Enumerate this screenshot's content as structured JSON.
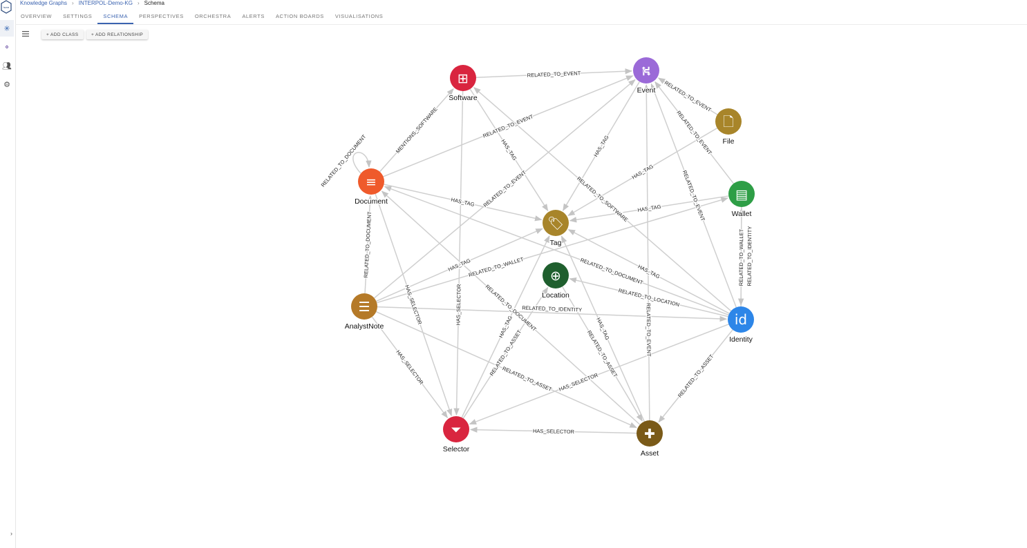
{
  "breadcrumb": {
    "items": [
      "Knowledge Graphs",
      "INTERPOL-Demo-KG",
      "Schema"
    ]
  },
  "logo_text": "hume",
  "tabs": [
    {
      "label": "OVERVIEW"
    },
    {
      "label": "SETTINGS"
    },
    {
      "label": "SCHEMA",
      "active": true
    },
    {
      "label": "PERSPECTIVES"
    },
    {
      "label": "ORCHESTRA"
    },
    {
      "label": "ALERTS"
    },
    {
      "label": "ACTION BOARDS"
    },
    {
      "label": "VISUALISATIONS"
    }
  ],
  "toolbar": {
    "add_class": "+ ADD CLASS",
    "add_relationship": "+ ADD RELATIONSHIP"
  },
  "sidebar": {
    "items": [
      {
        "icon": "knowledge-graph-icon",
        "active": true
      },
      {
        "icon": "schema-icon"
      },
      {
        "icon": "users-icon"
      },
      {
        "icon": "gear-icon"
      }
    ]
  },
  "graph": {
    "nodes": [
      {
        "id": "Software",
        "color": "#d9253f",
        "icon": "grid-icon"
      },
      {
        "id": "Event",
        "color": "#9b6ad8",
        "icon": "event-road-icon"
      },
      {
        "id": "File",
        "color": "#a8852a",
        "icon": "file-icon"
      },
      {
        "id": "Document",
        "color": "#ef5a2b",
        "icon": "document-icon"
      },
      {
        "id": "Wallet",
        "color": "#2e9e46",
        "icon": "wallet-icon"
      },
      {
        "id": "Tag",
        "color": "#a8852a",
        "icon": "tag-icon"
      },
      {
        "id": "Location",
        "color": "#1f5f2e",
        "icon": "location-pin-icon"
      },
      {
        "id": "AnalystNote",
        "color": "#b57a28",
        "icon": "notes-icon"
      },
      {
        "id": "Identity",
        "color": "#2d86e8",
        "icon": "id-icon"
      },
      {
        "id": "Selector",
        "color": "#d9253f",
        "icon": "filter-add-icon"
      },
      {
        "id": "Asset",
        "color": "#7a5a18",
        "icon": "gamepad-icon"
      }
    ],
    "edges": [
      {
        "from": "Software",
        "to": "Event",
        "label": "RELATED_TO_EVENT"
      },
      {
        "from": "Document",
        "to": "Software",
        "label": "MENTIONS_SOFTWARE"
      },
      {
        "from": "Document",
        "to": "Document",
        "label": "RELATED_TO_DOCUMENT"
      },
      {
        "from": "Document",
        "to": "Event",
        "label": "RELATED_TO_EVENT"
      },
      {
        "from": "Document",
        "to": "Tag",
        "label": "HAS_TAG"
      },
      {
        "from": "Document",
        "to": "Selector",
        "label": "HAS_SELECTOR"
      },
      {
        "from": "Software",
        "to": "Tag",
        "label": "HAS_TAG"
      },
      {
        "from": "Software",
        "to": "Selector",
        "label": "HAS_SELECTOR"
      },
      {
        "from": "Identity",
        "to": "Software",
        "label": "RELATED_TO_SOFTWARE"
      },
      {
        "from": "Event",
        "to": "Tag",
        "label": "HAS_TAG"
      },
      {
        "from": "File",
        "to": "Event",
        "label": "RELATED_TO_EVENT"
      },
      {
        "from": "File",
        "to": "Tag",
        "label": "HAS_TAG"
      },
      {
        "from": "Wallet",
        "to": "Event",
        "label": "RELATED_TO_EVENT"
      },
      {
        "from": "Identity",
        "to": "Event",
        "label": "RELATED_TO_EVENT"
      },
      {
        "from": "Wallet",
        "to": "Tag",
        "label": "HAS_TAG"
      },
      {
        "from": "Identity",
        "to": "Wallet",
        "label": "RELATED_TO_WALLET"
      },
      {
        "from": "AnalystNote",
        "to": "Wallet",
        "label": "RELATED_TO_WALLET"
      },
      {
        "from": "AnalystNote",
        "to": "Document",
        "label": "RELATED_TO_DOCUMENT"
      },
      {
        "from": "AnalystNote",
        "to": "Event",
        "label": "RELATED_TO_EVENT"
      },
      {
        "from": "AnalystNote",
        "to": "Tag",
        "label": "HAS_TAG"
      },
      {
        "from": "AnalystNote",
        "to": "Identity",
        "label": "RELATED_TO_IDENTITY"
      },
      {
        "from": "AnalystNote",
        "to": "Selector",
        "label": "HAS_SELECTOR"
      },
      {
        "from": "AnalystNote",
        "to": "Asset",
        "label": "RELATED_TO_ASSET"
      },
      {
        "from": "Identity",
        "to": "Tag",
        "label": "HAS_TAG"
      },
      {
        "from": "Identity",
        "to": "Location",
        "label": "RELATED_TO_LOCATION"
      },
      {
        "from": "Identity",
        "to": "Document",
        "label": "RELATED_TO_DOCUMENT"
      },
      {
        "from": "Identity",
        "to": "Selector",
        "label": "HAS_SELECTOR"
      },
      {
        "from": "Identity",
        "to": "Asset",
        "label": "RELATED_TO_ASSET"
      },
      {
        "from": "Asset",
        "to": "Selector",
        "label": "HAS_SELECTOR"
      },
      {
        "from": "Asset",
        "to": "Document",
        "label": "RELATED_TO_DOCUMENT"
      },
      {
        "from": "Asset",
        "to": "Event",
        "label": "RELATED_TO_EVENT"
      },
      {
        "from": "Asset",
        "to": "Tag",
        "label": "HAS_TAG"
      },
      {
        "from": "Selector",
        "to": "Tag",
        "label": "HAS_TAG"
      },
      {
        "from": "Selector",
        "to": "Location",
        "label": "RELATED_TO_ASSET"
      },
      {
        "from": "Location",
        "to": "Asset",
        "label": "RELATED_TO_ASSET"
      },
      {
        "from": "Wallet",
        "to": "Identity",
        "label": "RELATED_TO_IDENTITY"
      }
    ]
  }
}
